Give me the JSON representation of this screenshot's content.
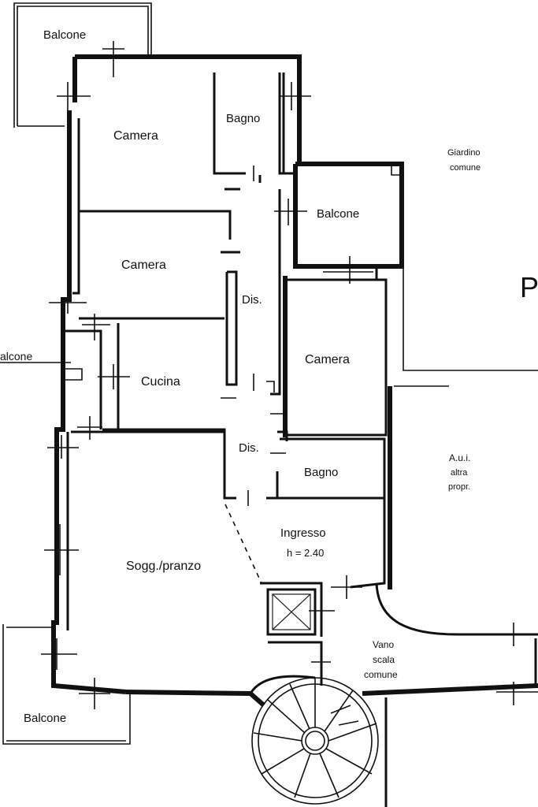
{
  "rooms": {
    "balcone_top": "Balcone",
    "camera_1": "Camera",
    "bagno_1": "Bagno",
    "giardino": "Giardino",
    "comune": "comune",
    "balcone_right": "Balcone",
    "camera_2": "Camera",
    "dis_1": "Dis.",
    "balcone_left": "alcone",
    "cucina": "Cucina",
    "camera_3": "Camera",
    "aui_1": "A.u.i.",
    "aui_2": "altra",
    "aui_3": "propr.",
    "dis_2": "Dis.",
    "bagno_2": "Bagno",
    "ingresso": "Ingresso",
    "ingresso_h": "h = 2.40",
    "soggiorno": "Sogg./pranzo",
    "vano_1": "Vano",
    "vano_2": "scala",
    "vano_3": "comune",
    "balcone_bottom": "Balcone",
    "edge_letter": "P"
  }
}
